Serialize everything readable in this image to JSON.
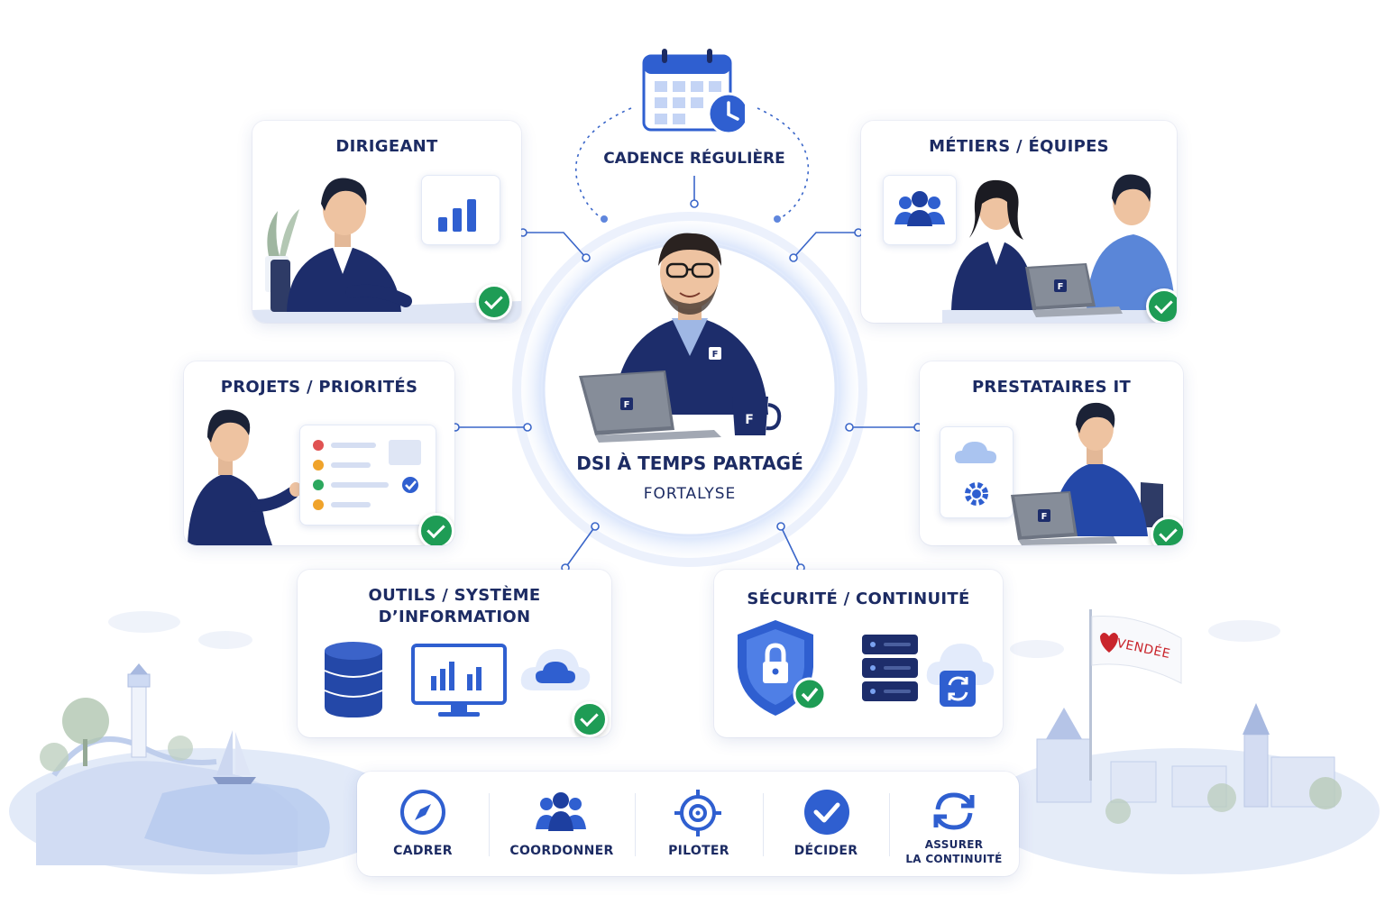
{
  "center": {
    "title": "DSI À TEMPS PARTAGÉ",
    "subtitle": "FORTALYSE",
    "laptop_logo": "F",
    "jacket_logo": "F",
    "mug_logo": "F"
  },
  "cadence": {
    "label": "CADENCE RÉGULIÈRE",
    "icon": "calendar-clock-icon"
  },
  "cards": {
    "dirigeant": {
      "title": "DIRIGEANT",
      "icon": "bar-chart-icon"
    },
    "metiers": {
      "title": "MÉTIERS / ÉQUIPES",
      "icon": "group-icon",
      "laptop_logo": "F"
    },
    "projets": {
      "title": "PROJETS / PRIORITÉS",
      "icon": "task-board-icon"
    },
    "prestataires": {
      "title": "PRESTATAIRES IT",
      "icon": "cloud-gear-icon",
      "laptop_logo": "F"
    },
    "outils": {
      "title_line1": "OUTILS / SYSTÈME",
      "title_line2": "D’INFORMATION",
      "icons": [
        "database-icon",
        "monitor-chart-icon",
        "cloud-icon"
      ]
    },
    "securite": {
      "title": "SÉCURITÉ / CONTINUITÉ",
      "icons": [
        "shield-lock-icon",
        "server-icon",
        "cloud-sync-icon"
      ]
    }
  },
  "flag": {
    "text": "VENDÉE"
  },
  "actions": [
    {
      "label": "CADRER",
      "icon": "compass-icon"
    },
    {
      "label": "COORDONNER",
      "icon": "team-icon"
    },
    {
      "label": "PILOTER",
      "icon": "target-icon"
    },
    {
      "label": "DÉCIDER",
      "icon": "check-circle-icon"
    },
    {
      "label_line1": "ASSURER",
      "label_line2": "LA CONTINUITÉ",
      "icon": "refresh-icon"
    }
  ],
  "colors": {
    "navy": "#1c2b63",
    "accent": "#2f5fd0",
    "check_green": "#1e9c55",
    "soft_blue": "#e9effc"
  }
}
